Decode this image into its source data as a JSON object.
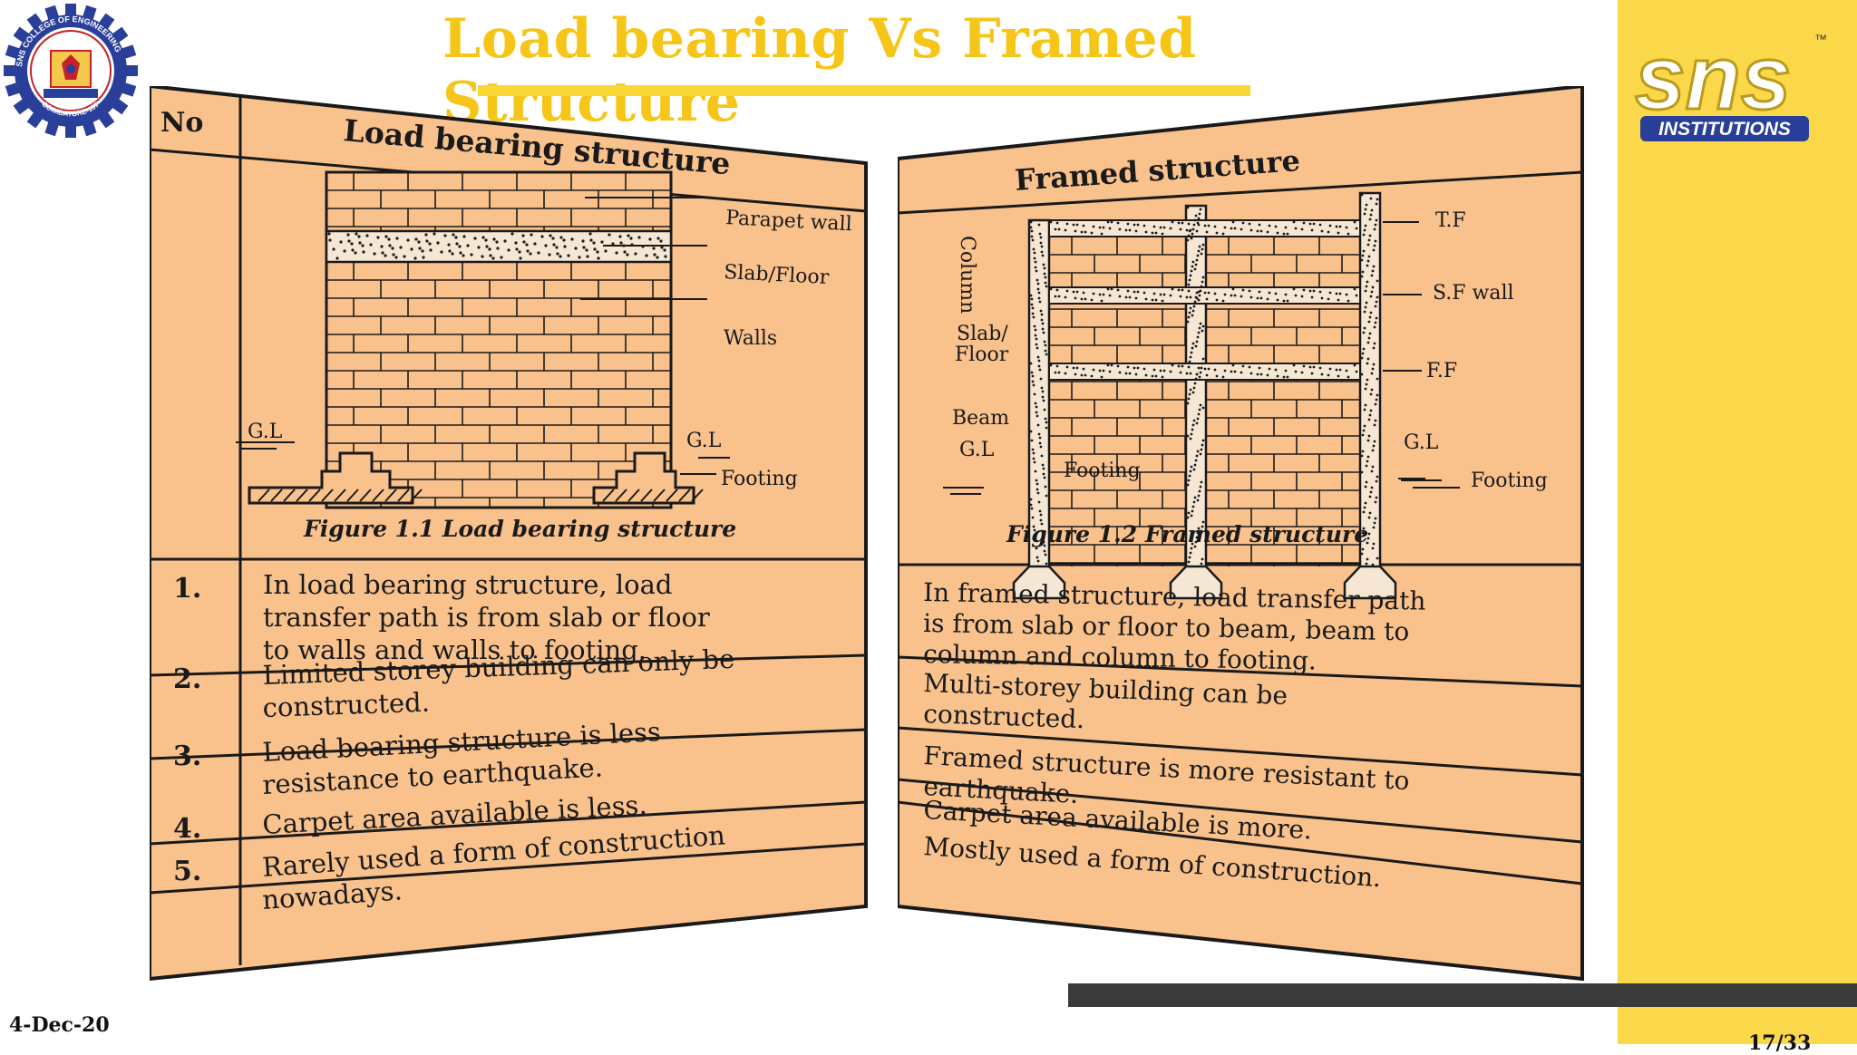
{
  "slide": {
    "title": "Load bearing Vs Framed Structure",
    "date": "4-Dec-20",
    "page": "17/33"
  },
  "logos": {
    "college": "SNS COLLEGE OF ENGINEERING",
    "college_sub": "COIMBATORE-107",
    "brand": "sns",
    "brand_sub": "INSTITUTIONS",
    "tm": "™"
  },
  "table": {
    "no_header": "No",
    "load_bearing": {
      "heading": "Load bearing structure",
      "figure_caption": "Figure 1.1 Load bearing structure",
      "labels": {
        "parapet": "Parapet wall",
        "slab": "Slab/Floor",
        "walls": "Walls",
        "gl_left": "G.L",
        "gl_right": "G.L",
        "footing": "Footing"
      }
    },
    "framed": {
      "heading": "Framed structure",
      "figure_caption": "Figure 1.2 Framed structure",
      "labels": {
        "column": "Column",
        "slab_1": "Slab/",
        "slab_2": "Floor",
        "beam": "Beam",
        "gl_left": "G.L",
        "gl_right": "G.L",
        "footing_mid": "Footing",
        "footing_right": "Footing",
        "tf": "T.F",
        "sf": "S.F wall",
        "ff": "F.F"
      }
    },
    "rows": [
      {
        "no": "1.",
        "load_lines": [
          "In load bearing structure, load",
          "transfer path is from slab or floor",
          "to walls and walls to footing."
        ],
        "framed_lines": [
          "In framed structure, load transfer path",
          "is from slab or floor to beam, beam to",
          "column and column to footing."
        ]
      },
      {
        "no": "2.",
        "load_lines": [
          "Limited storey building can only be",
          "constructed."
        ],
        "framed_lines": [
          "Multi-storey building can be",
          "constructed."
        ]
      },
      {
        "no": "3.",
        "load_lines": [
          "Load bearing structure is less",
          "resistance to earthquake."
        ],
        "framed_lines": [
          "Framed structure is more resistant to",
          "earthquake."
        ]
      },
      {
        "no": "4.",
        "load_lines": [
          "Carpet area available is less."
        ],
        "framed_lines": [
          "Carpet area available is more."
        ]
      },
      {
        "no": "5.",
        "load_lines": [
          "Rarely used a form of construction",
          "nowadays."
        ],
        "framed_lines": [
          "Mostly used a form of construction."
        ]
      }
    ]
  },
  "colors": {
    "title": "#f5c518",
    "accent_band": "#fbd84a",
    "paper": "#f9c28d",
    "ink": "#1a1a1a"
  }
}
